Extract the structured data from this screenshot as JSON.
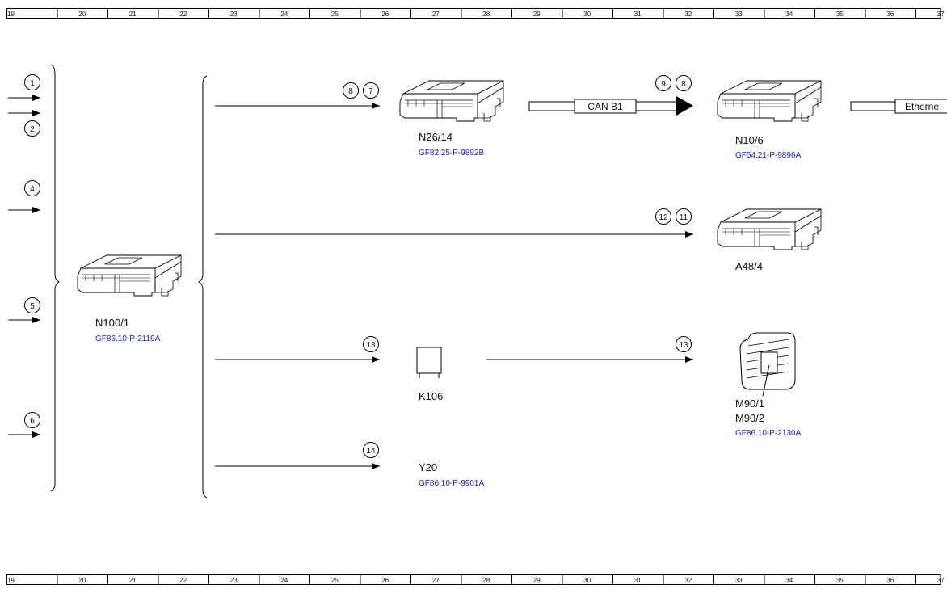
{
  "ruler": {
    "labels": [
      "19",
      "20",
      "21",
      "22",
      "23",
      "24",
      "25",
      "26",
      "27",
      "28",
      "29",
      "30",
      "31",
      "32",
      "33",
      "34",
      "35",
      "36",
      "37"
    ]
  },
  "components": {
    "n100_1": {
      "label": "N100/1",
      "ref": "GF86.10-P-2119A"
    },
    "n26_14": {
      "label": "N26/14",
      "ref": "GF82.25-P-9892B"
    },
    "n10_6": {
      "label": "N10/6",
      "ref": "GF54.21-P-9896A"
    },
    "a48_4": {
      "label": "A48/4"
    },
    "k106": {
      "label": "K106"
    },
    "m90": {
      "label1": "M90/1",
      "label2": "M90/2",
      "ref": "GF86.10-P-2130A"
    },
    "y20": {
      "label": "Y20",
      "ref": "GF86.10-P-9901A"
    }
  },
  "buses": {
    "can_b1": "CAN B1",
    "ethernet": "Etherne"
  },
  "signals": {
    "in1": "1",
    "in2": "2",
    "in4": "4",
    "in5": "5",
    "in6": "6",
    "s8a": "8",
    "s7": "7",
    "s9": "9",
    "s8b": "8",
    "s12": "12",
    "s11": "11",
    "s13a": "13",
    "s13b": "13",
    "s14": "14"
  },
  "colors": {
    "line": "#000000",
    "ref_text": "#1a1acc"
  }
}
